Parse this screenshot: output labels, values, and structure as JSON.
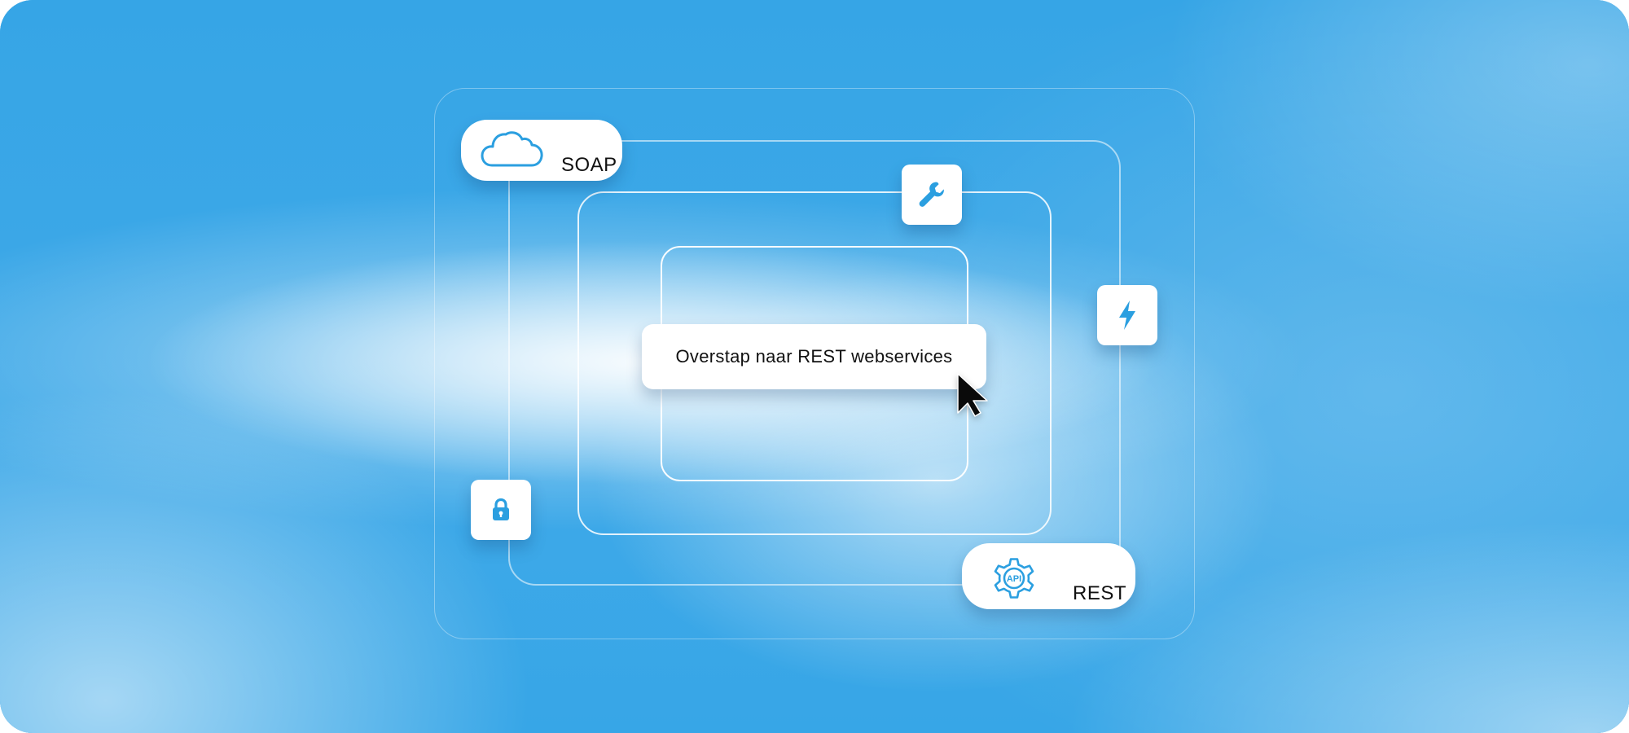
{
  "badges": {
    "soap_label": "SOAP",
    "rest_label": "REST",
    "rest_icon_text": "API"
  },
  "main": {
    "title": "Overstap naar REST webservices"
  },
  "icons": {
    "soap": "cloud-icon",
    "rest": "api-gear-icon",
    "tool": "wrench-icon",
    "power": "lightning-bolt-icon",
    "security": "padlock-icon",
    "pointer": "mouse-cursor-icon"
  },
  "colors": {
    "background": "#3aa7e6",
    "accent": "#2b9fe0",
    "card": "#ffffff",
    "text": "#111111"
  }
}
